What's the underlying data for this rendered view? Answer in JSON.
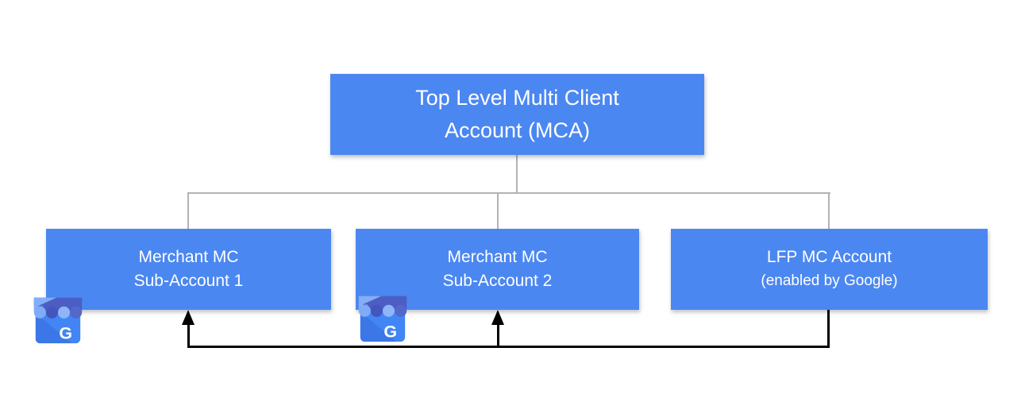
{
  "diagram": {
    "colors": {
      "node_fill": "#4b87f1",
      "node_text": "#ffffff",
      "tree_connector": "#b3b3b3",
      "feed_line": "#000000",
      "background": "#ffffff",
      "gmb_body": "#4285f4",
      "gmb_awning_light": "#7fabf7",
      "gmb_awning_dark": "#4356bc"
    },
    "nodes": {
      "mca": {
        "line1": "Top Level Multi Client",
        "line2": "Account (MCA)"
      },
      "sub1": {
        "line1": "Merchant MC",
        "line2": "Sub-Account 1"
      },
      "sub2": {
        "line1": "Merchant MC",
        "line2": "Sub-Account 2"
      },
      "lfp": {
        "line1": "LFP MC Account",
        "line2": "(enabled by Google)"
      }
    },
    "icons": {
      "gmb1": {
        "letter": "G"
      },
      "gmb2": {
        "letter": "G"
      }
    }
  }
}
